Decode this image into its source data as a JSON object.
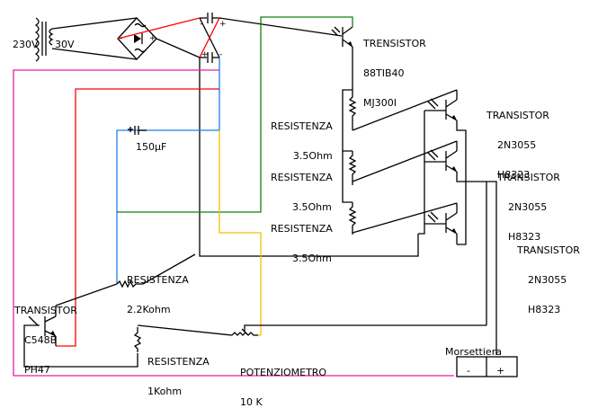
{
  "diagram": {
    "type": "circuit-schematic",
    "transformer": {
      "primary": "230V",
      "secondary": "30V"
    },
    "bridge_rectifier": {
      "plus": "+",
      "minus": "-"
    },
    "smoothing_caps": [
      {
        "plus": "+",
        "minus": "-"
      },
      {
        "plus": "+",
        "minus": "-"
      }
    ],
    "main_transistor": {
      "line1": "TRENSISTOR",
      "line2": "88TIB40",
      "line3": "MJ300I"
    },
    "resistors_emitter": [
      {
        "line1": "RESISTENZA",
        "line2": "3.5Ohm"
      },
      {
        "line1": "RESISTENZA",
        "line2": "3.5Ohm"
      },
      {
        "line1": "RESISTENZA",
        "line2": "3.5Ohm"
      }
    ],
    "power_transistors": [
      {
        "line1": "TRANSISTOR",
        "line2": "2N3055",
        "line3": "H8323"
      },
      {
        "line1": "TRANSISTOR",
        "line2": "2N3055",
        "line3": "H8323"
      },
      {
        "line1": "TRANSISTOR",
        "line2": "2N3055",
        "line3": "H8323"
      }
    ],
    "capacitor": {
      "value": "150µF",
      "plus": "+"
    },
    "resistor_2k2": {
      "line1": "RESISTENZA",
      "line2": "2.2Kohm"
    },
    "small_transistor": {
      "line1": "TRANSISTOR",
      "line2": "C548B",
      "line3": "PH47"
    },
    "resistor_1k": {
      "line1": "RESISTENZA",
      "line2": "1Kohm"
    },
    "potentiometer": {
      "line1": "POTENZIOMETRO",
      "line2": "10 K"
    },
    "terminal_block": {
      "label": "Morsettiera",
      "minus": "-",
      "plus": "+"
    },
    "wire_colors": {
      "red": "#ff0000",
      "blue": "#1a7fe6",
      "green": "#108010",
      "yellow": "#f5c000",
      "pink": "#ee1ca0",
      "black": "#000000"
    }
  }
}
